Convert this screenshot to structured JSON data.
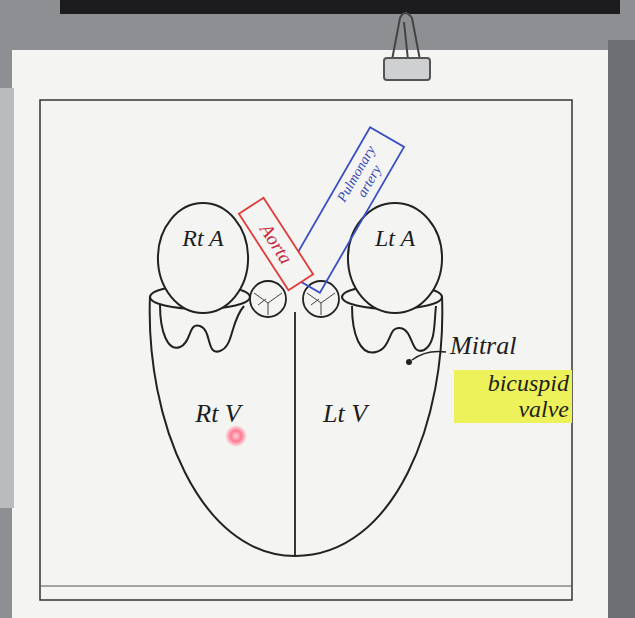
{
  "diagram": {
    "nodes": [
      {
        "text": [
          "Rt A"
        ]
      },
      {
        "text": [
          "Aorta"
        ]
      },
      {
        "text": [
          "Pulmonary artery"
        ]
      },
      {
        "text": [
          "Lt A"
        ]
      },
      {
        "text": [
          "Rt V"
        ]
      },
      {
        "text": [
          "Lt V"
        ]
      }
    ],
    "labels": [
      "Mitral",
      "bicuspid valve"
    ]
  }
}
